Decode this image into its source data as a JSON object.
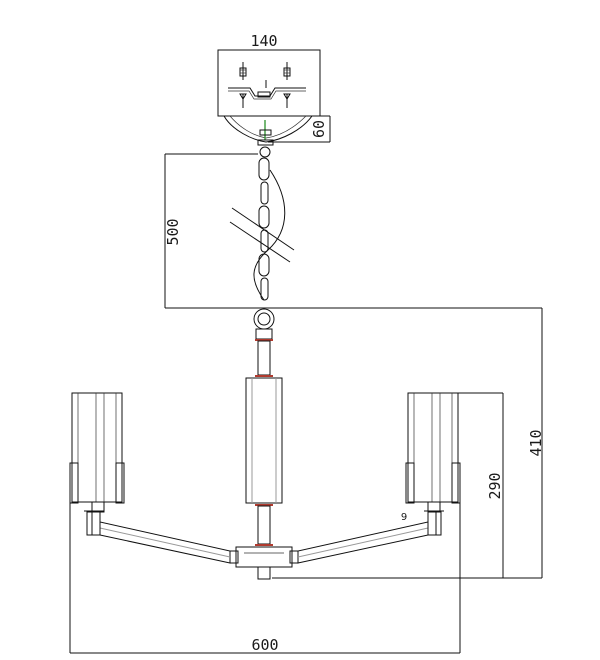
{
  "dimensions": {
    "canopy_width": "140",
    "canopy_height": "60",
    "chain_length": "500",
    "overall_height": "410",
    "shade_height": "290",
    "overall_width": "600",
    "arm_label": "9"
  },
  "colors": {
    "line": "#111111",
    "accent_ring": "#b03a2e",
    "hook_green": "#3a9a3a",
    "gray": "#999999"
  }
}
